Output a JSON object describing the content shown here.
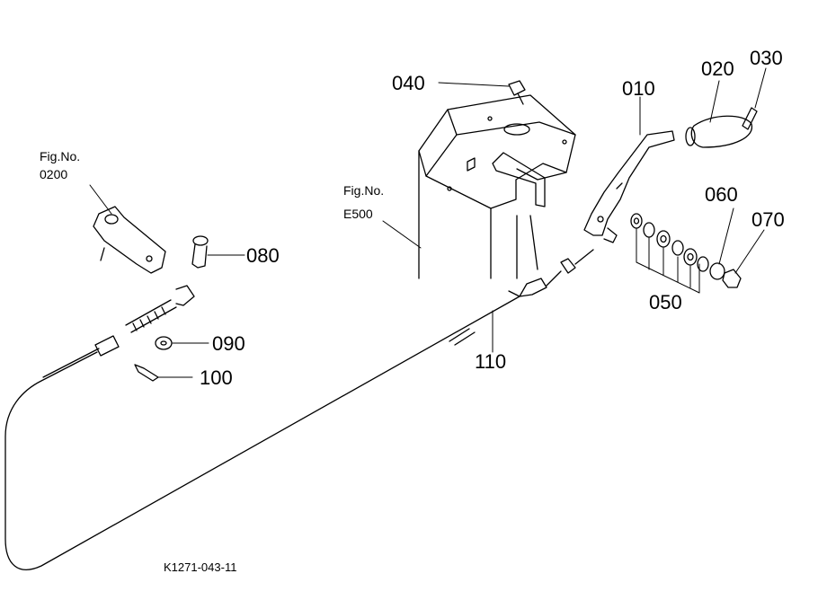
{
  "figure_refs": [
    {
      "id": "fig-0200",
      "line1": "Fig.No.",
      "line2": "0200"
    },
    {
      "id": "fig-e500",
      "line1": "Fig.No.",
      "line2": "E500"
    }
  ],
  "part_labels": {
    "p010": "010",
    "p020": "020",
    "p030": "030",
    "p040": "040",
    "p050": "050",
    "p060": "060",
    "p070": "070",
    "p080": "080",
    "p090": "090",
    "p100": "100",
    "p110": "110"
  },
  "drawing_code": "K1271-043-11"
}
